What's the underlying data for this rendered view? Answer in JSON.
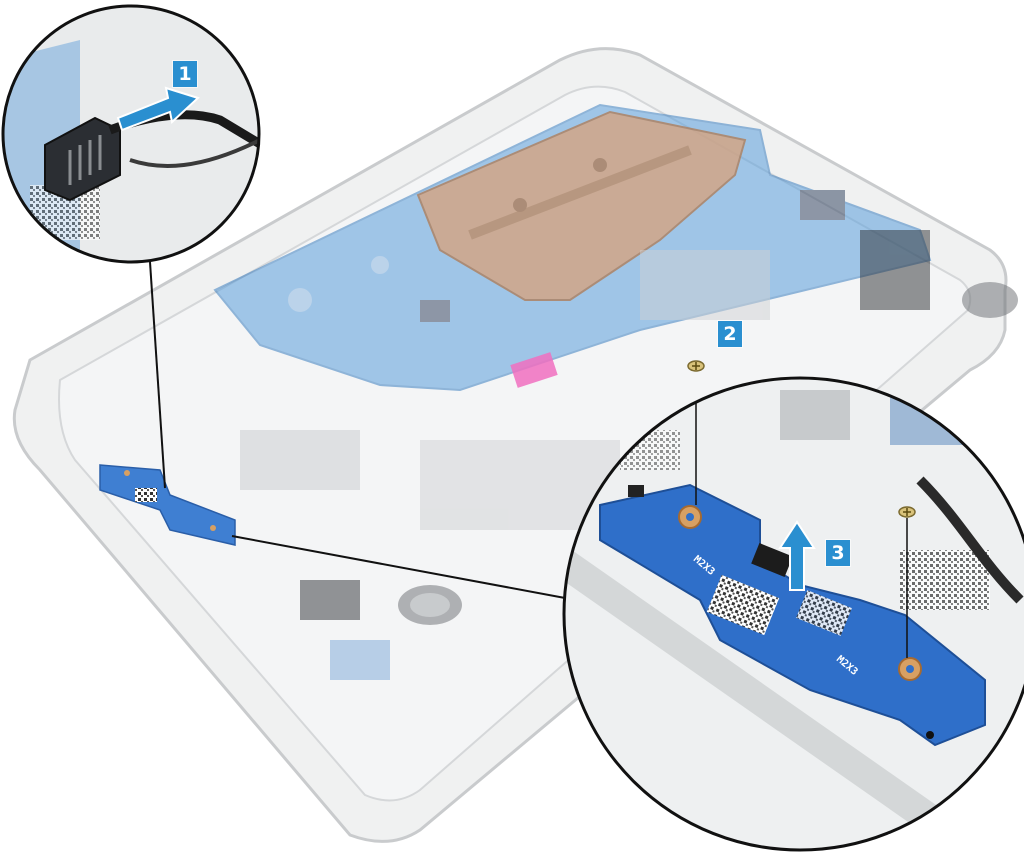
{
  "steps": [
    {
      "number": "1",
      "action": "disconnect-cable"
    },
    {
      "number": "2",
      "action": "remove-screw"
    },
    {
      "number": "3",
      "action": "lift-board"
    }
  ],
  "board": {
    "screw_label_left": "M2X3",
    "screw_label_right": "M2X3"
  },
  "colors": {
    "badge": "#2a8fd0",
    "arrow": "#2a8fd0",
    "pcb": "#2f6fc9",
    "copper": "#c98a5a",
    "chassis": "#d9dbdc",
    "pink_tape": "#f06fc0",
    "callout_outline": "#111111"
  },
  "icons": {
    "step1_arrow": "arrow-right-icon",
    "step3_arrow": "arrow-up-icon",
    "screw": "screw-icon"
  }
}
